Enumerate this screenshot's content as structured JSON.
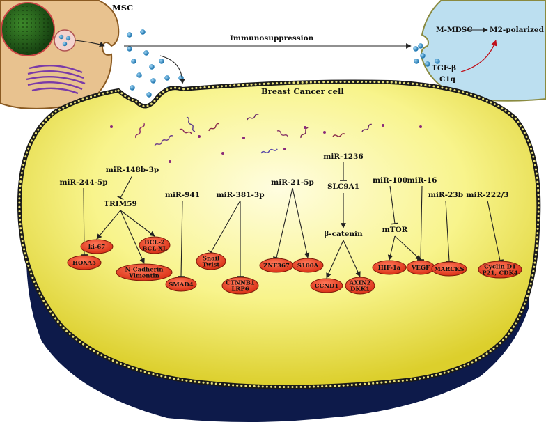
{
  "header": {
    "msc_label": "MSC",
    "immuno_label": "Immunosuppression",
    "breast_label": "Breast Cancer cell"
  },
  "mdsc": {
    "source_label": "M-MDSC",
    "target_label": "M2-polarized",
    "tgf_label": "TGF-β",
    "c1q_label": "C1q"
  },
  "colors": {
    "node_fill": "#e8341c",
    "node_stroke": "#7a1a0a",
    "exosome": "#2a8bc9",
    "cancer_cytoplasm": "#f7f38a",
    "mdsc_fill": "#bcdff0",
    "msc_fill": "#e8c28f"
  },
  "mirnas": [
    {
      "id": "mir244",
      "text": "miR-244-5p"
    },
    {
      "id": "mir148",
      "text": "miR-148b-3p"
    },
    {
      "id": "mir941",
      "text": "miR-941"
    },
    {
      "id": "mir381",
      "text": "miR-381-3p"
    },
    {
      "id": "mir21",
      "text": "miR-21-5p"
    },
    {
      "id": "mir1236",
      "text": "miR-1236"
    },
    {
      "id": "mir100",
      "text": "miR-100"
    },
    {
      "id": "mir16",
      "text": "miR-16"
    },
    {
      "id": "mir23",
      "text": "miR-23b"
    },
    {
      "id": "mir222",
      "text": "miR-222/3"
    }
  ],
  "intermediates": [
    {
      "id": "trim59",
      "text": "TRIM59"
    },
    {
      "id": "slc9a1",
      "text": "SLC9A1"
    },
    {
      "id": "bcat",
      "text": "β-catenin"
    },
    {
      "id": "mtor",
      "text": "mTOR"
    }
  ],
  "targets": [
    {
      "id": "hoxa5",
      "lines": [
        "HOXA5"
      ]
    },
    {
      "id": "ki67",
      "lines": [
        "ki-67"
      ]
    },
    {
      "id": "ncad",
      "lines": [
        "N-Cadherin",
        "Vimentin"
      ]
    },
    {
      "id": "bcl2",
      "lines": [
        "BCL-2",
        "BCL-XL"
      ]
    },
    {
      "id": "smad4",
      "lines": [
        "SMAD4"
      ]
    },
    {
      "id": "snail",
      "lines": [
        "Snail",
        "Twist"
      ]
    },
    {
      "id": "ctnnb1",
      "lines": [
        "CTNNB1",
        "LRP6"
      ]
    },
    {
      "id": "znf367",
      "lines": [
        "ZNF367"
      ]
    },
    {
      "id": "s100a",
      "lines": [
        "S100A"
      ]
    },
    {
      "id": "ccnd1",
      "lines": [
        "CCND1"
      ]
    },
    {
      "id": "axin2",
      "lines": [
        "AXIN2",
        "DKK1"
      ]
    },
    {
      "id": "hif1a",
      "lines": [
        "HIF-1a"
      ]
    },
    {
      "id": "vegf",
      "lines": [
        "VEGF"
      ]
    },
    {
      "id": "marcks",
      "lines": [
        "MARCKS"
      ]
    },
    {
      "id": "cyclin",
      "lines": [
        "Cyclin D1",
        "P21, CDK4"
      ]
    }
  ],
  "edges": [
    {
      "from": "mir244",
      "to": "hoxa5",
      "kind": "inhibit"
    },
    {
      "from": "mir148",
      "to": "trim59",
      "kind": "inhibit"
    },
    {
      "from": "trim59",
      "to": "ki67",
      "kind": "activate"
    },
    {
      "from": "trim59",
      "to": "ncad",
      "kind": "activate"
    },
    {
      "from": "trim59",
      "to": "bcl2",
      "kind": "activate"
    },
    {
      "from": "mir941",
      "to": "smad4",
      "kind": "inhibit"
    },
    {
      "from": "mir381",
      "to": "snail",
      "kind": "inhibit"
    },
    {
      "from": "mir381",
      "to": "ctnnb1",
      "kind": "inhibit"
    },
    {
      "from": "mir21",
      "to": "znf367",
      "kind": "inhibit"
    },
    {
      "from": "mir21",
      "to": "s100a",
      "kind": "activate"
    },
    {
      "from": "mir1236",
      "to": "slc9a1",
      "kind": "inhibit"
    },
    {
      "from": "slc9a1",
      "to": "bcat",
      "kind": "activate"
    },
    {
      "from": "bcat",
      "to": "ccnd1",
      "kind": "activate"
    },
    {
      "from": "bcat",
      "to": "axin2",
      "kind": "activate"
    },
    {
      "from": "mir100",
      "to": "mtor",
      "kind": "inhibit"
    },
    {
      "from": "mtor",
      "to": "hif1a",
      "kind": "activate"
    },
    {
      "from": "mtor",
      "to": "vegf",
      "kind": "activate"
    },
    {
      "from": "mir16",
      "to": "vegf",
      "kind": "inhibit"
    },
    {
      "from": "mir23",
      "to": "marcks",
      "kind": "inhibit"
    },
    {
      "from": "mir222",
      "to": "cyclin",
      "kind": "inhibit"
    }
  ]
}
